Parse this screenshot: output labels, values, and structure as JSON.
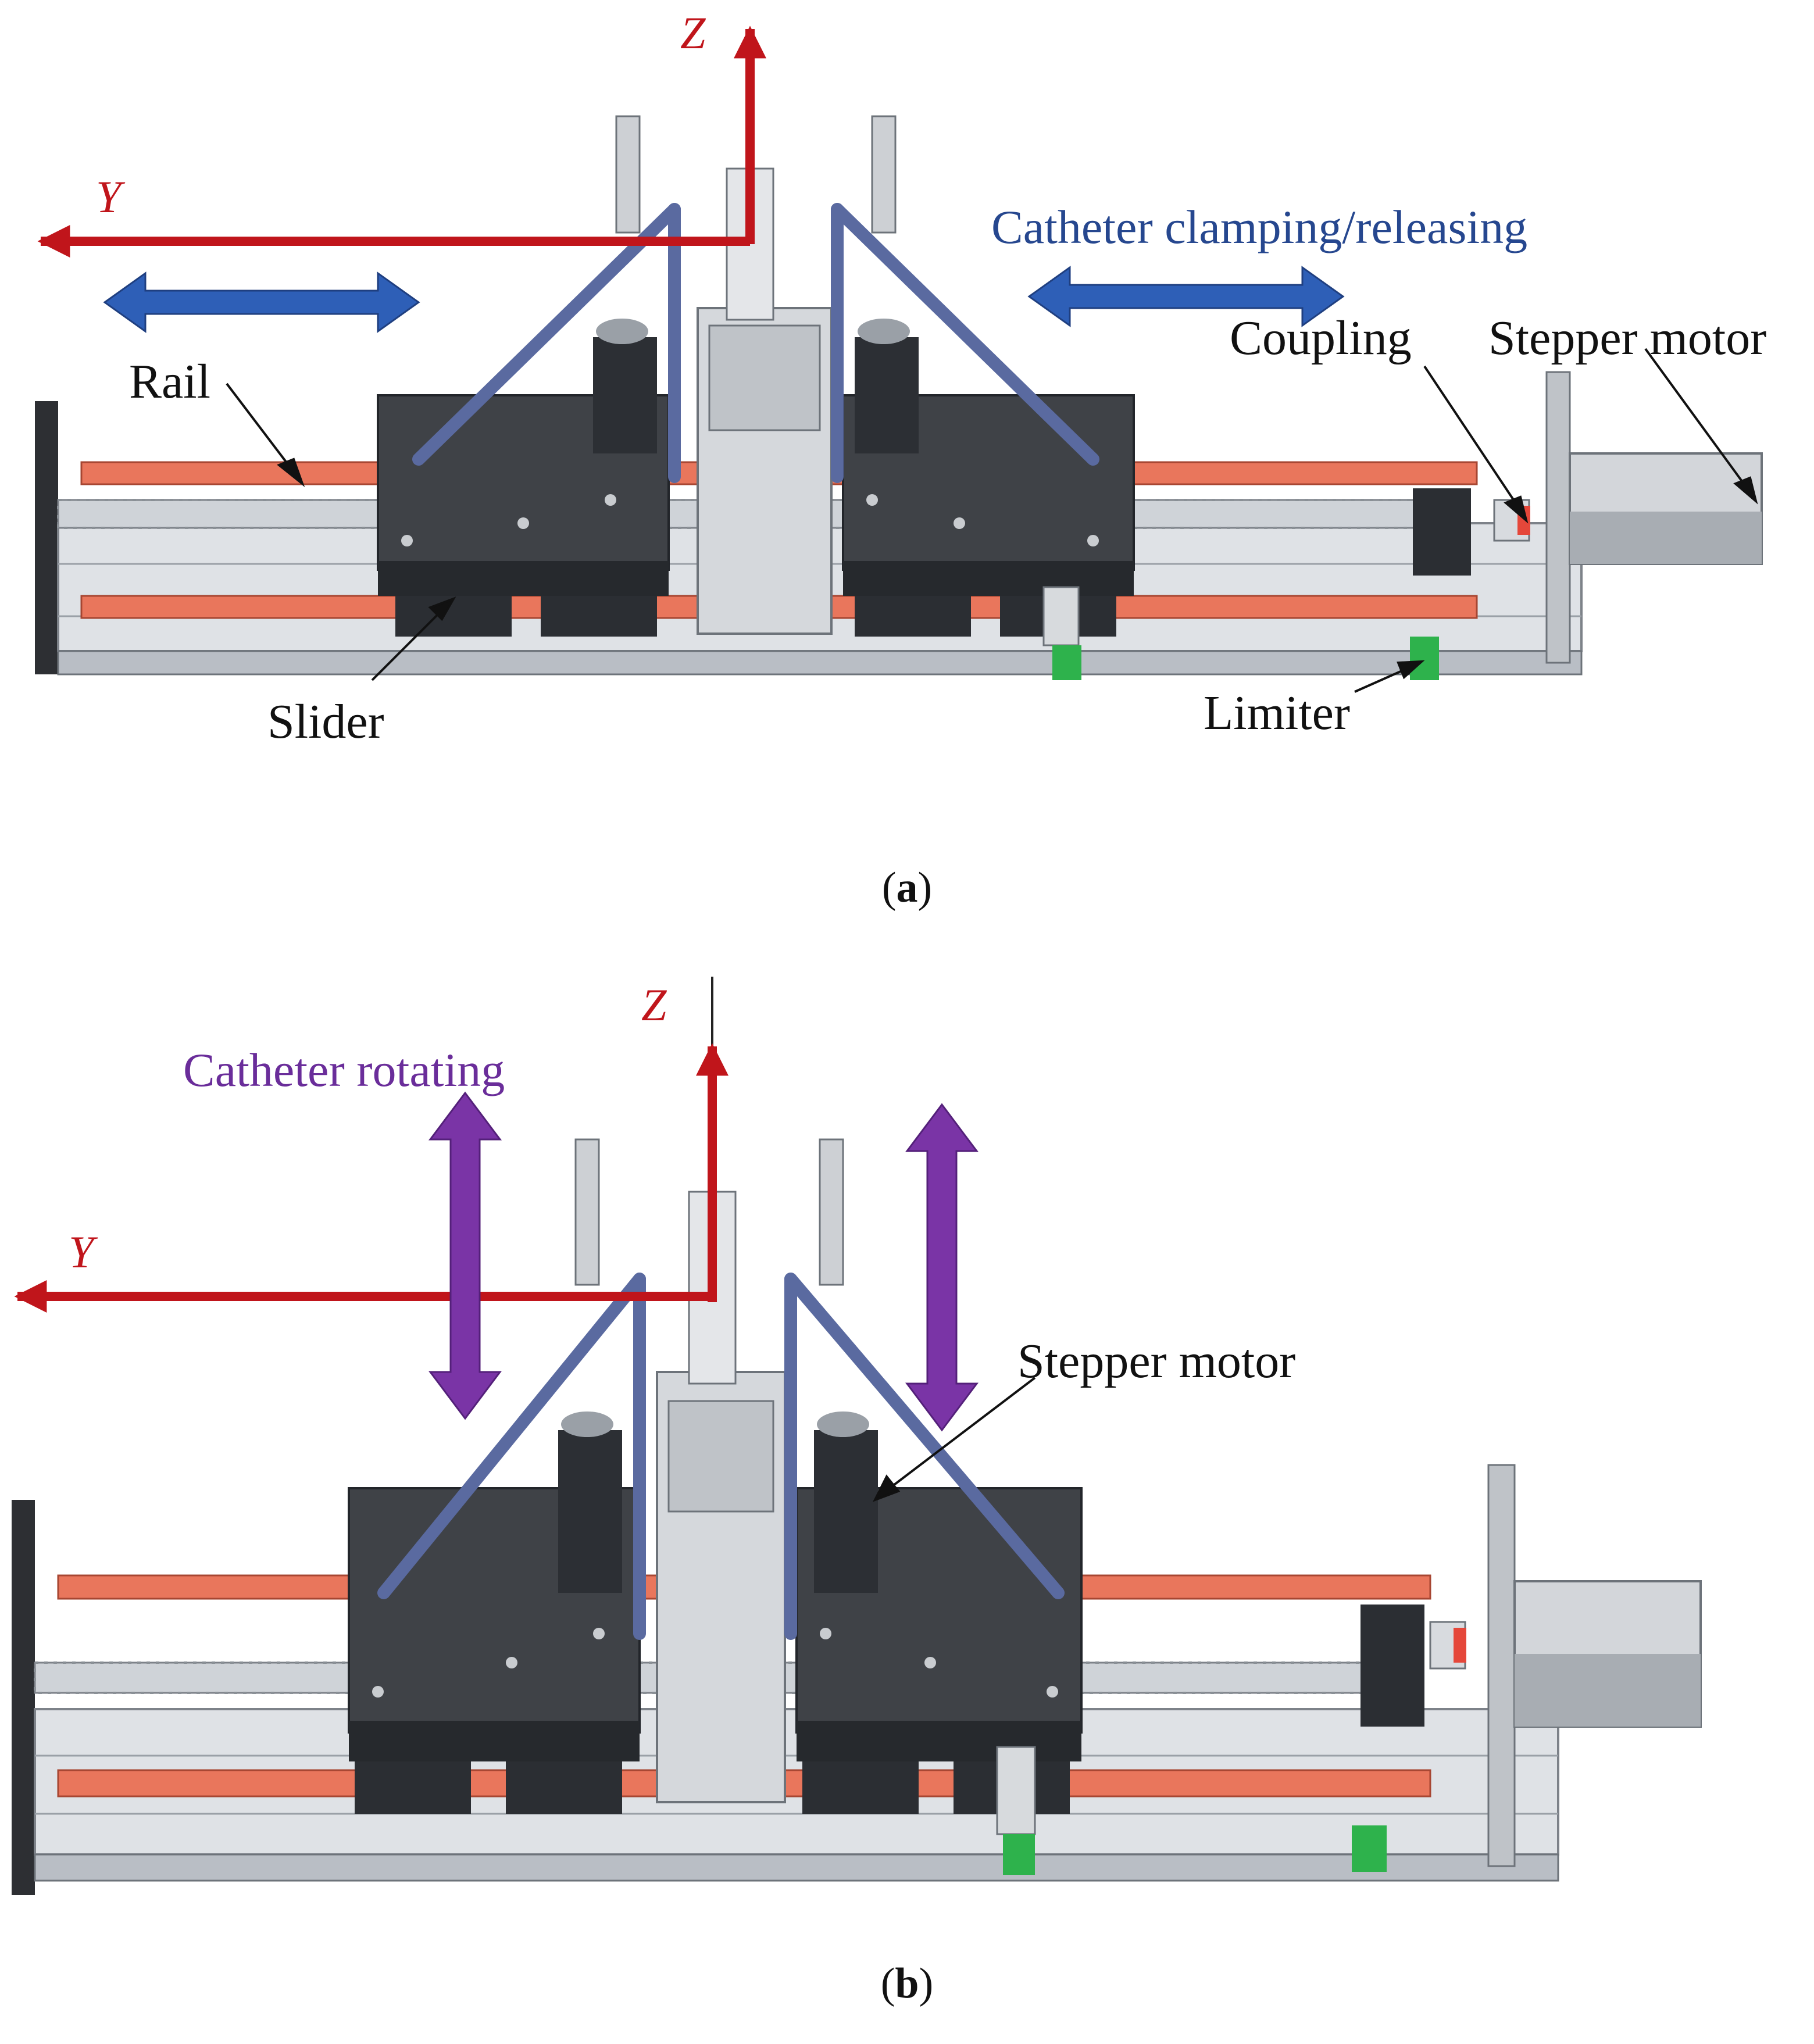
{
  "colors": {
    "axis": "#c0151b",
    "clamp_arrow": "#2e5fb7",
    "clamp_text": "#26478f",
    "rotate_arrow": "#7a34a6",
    "rotate_text": "#6a2d9a",
    "rail": "#e9765c",
    "block": "#3a3d42",
    "frame": "#5a6aa0",
    "limiter": "#2eb24c"
  },
  "panel_a": {
    "axis_z": "Z",
    "axis_y": "Y",
    "motion_label": "Catheter clamping/releasing",
    "labels": {
      "rail": "Rail",
      "coupling": "Coupling",
      "stepper_motor": "Stepper motor",
      "slider": "Slider",
      "limiter": "Limiter"
    },
    "caption": {
      "open": "(",
      "letter": "a",
      "close": ")"
    }
  },
  "panel_b": {
    "axis_z": "Z",
    "axis_y": "Y",
    "motion_label": "Catheter rotating",
    "labels": {
      "stepper_motor": "Stepper motor"
    },
    "caption": {
      "open": "(",
      "letter": "b",
      "close": ")"
    }
  }
}
